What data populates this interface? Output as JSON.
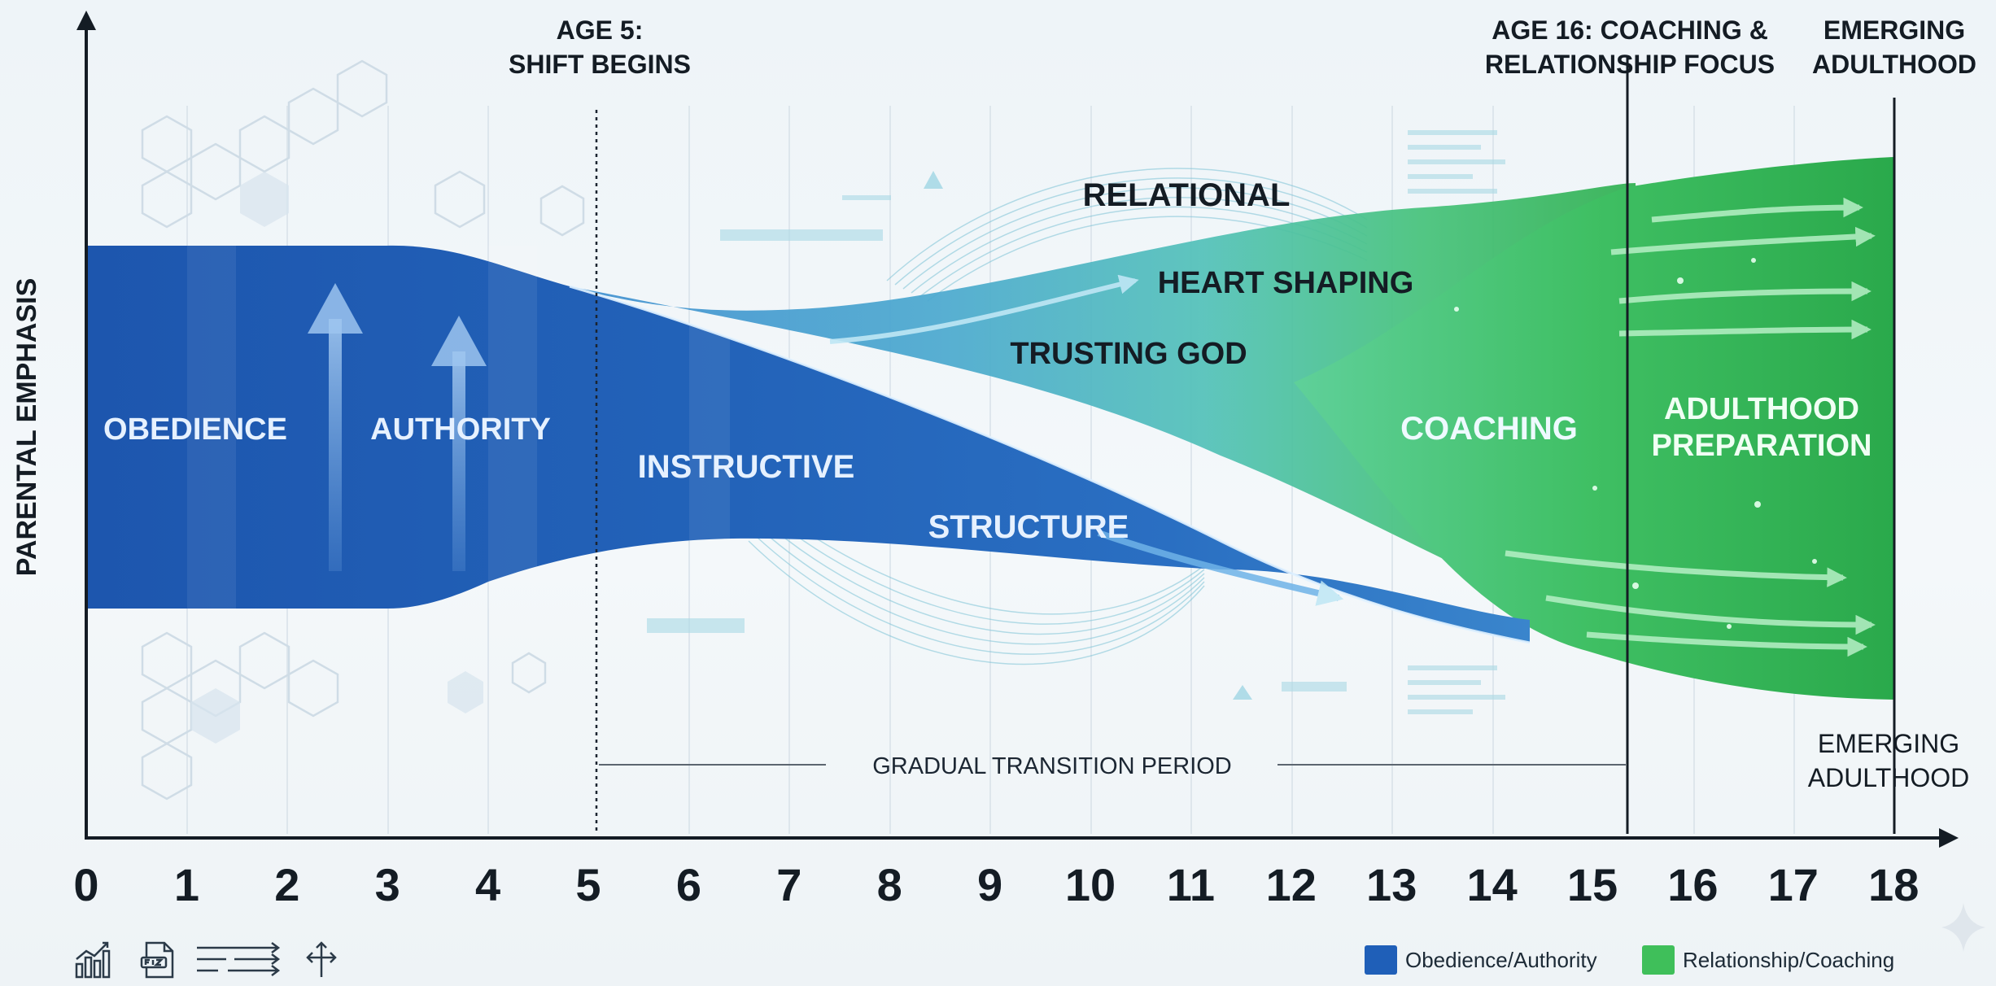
{
  "title": "",
  "y_axis_label": "PARENTAL EMPHASIS",
  "x_ticks": [
    "0",
    "1",
    "2",
    "3",
    "4",
    "5",
    "6",
    "7",
    "8",
    "9",
    "10",
    "11",
    "12",
    "13",
    "14",
    "15",
    "16",
    "17",
    "18"
  ],
  "milestones": {
    "age5_line1": "AGE 5:",
    "age5_line2": "SHIFT BEGINS",
    "age16_line1": "AGE 16: COACHING &",
    "age16_line2": "RELATIONSHIP FOCUS",
    "emerging_top_line1": "EMERGING",
    "emerging_top_line2": "ADULTHOOD",
    "emerging_bottom_line1": "EMERGING",
    "emerging_bottom_line2": "ADULTHOOD"
  },
  "stream_labels": {
    "obedience": "OBEDIENCE",
    "authority": "AUTHORITY",
    "instructive": "INSTRUCTIVE",
    "structure": "STRUCTURE",
    "relational": "RELATIONAL",
    "heart_shaping": "HEART SHAPING",
    "trusting_god": "TRUSTING GOD",
    "coaching": "COACHING",
    "adulthood_prep_line1": "ADULTHOOD",
    "adulthood_prep_line2": "PREPARATION"
  },
  "transition_label": "GRADUAL TRANSITION PERIOD",
  "legend": [
    {
      "label": "Obedience/Authority",
      "color": "#1f5fb8"
    },
    {
      "label": "Relationship/Coaching",
      "color": "#3fbf5a"
    }
  ],
  "colors": {
    "blue_dark": "#1f57b0",
    "blue_mid": "#2e78c9",
    "teal": "#4fb7c8",
    "green": "#36b95a",
    "axis": "#141c24"
  },
  "toolbar_icons": [
    "bar-chart-icon",
    "document-icon",
    "flow-lines-icon",
    "branch-arrows-icon"
  ]
}
